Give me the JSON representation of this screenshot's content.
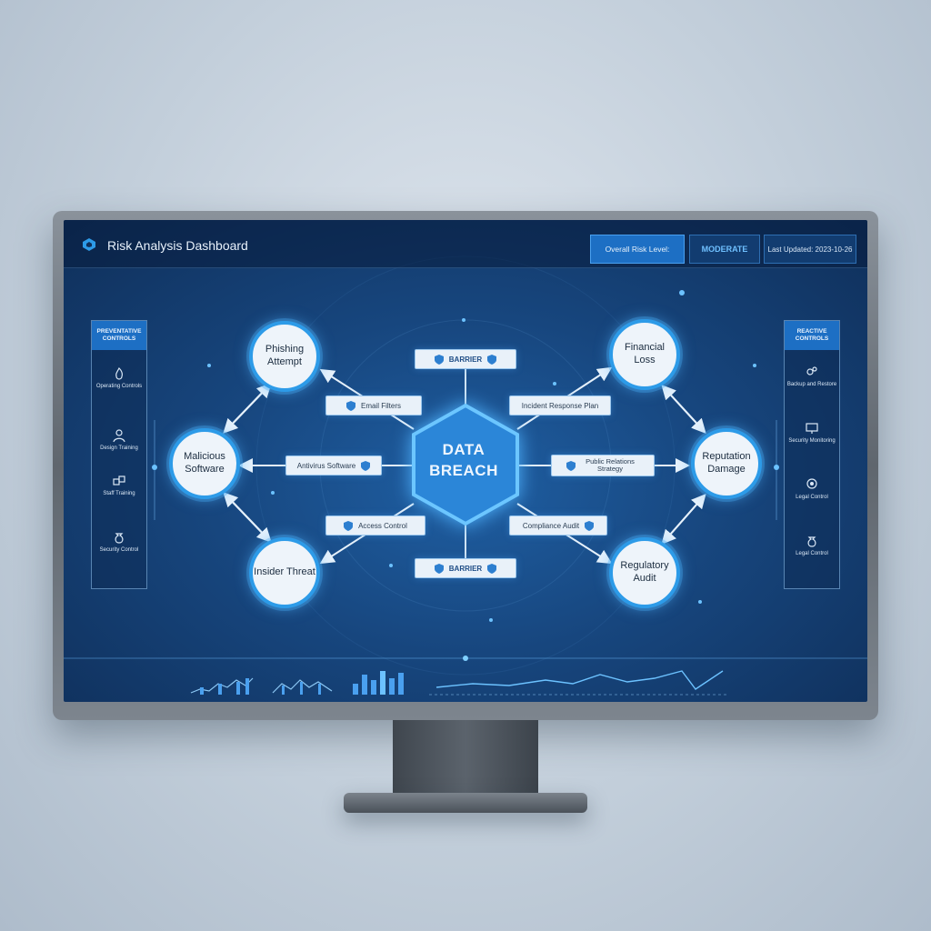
{
  "header": {
    "title": "Risk Analysis Dashboard",
    "risk_level_label": "Overall Risk Level:",
    "risk_level_value": "MODERATE",
    "last_updated": "Last Updated: 2023-10-26"
  },
  "left_panel": {
    "heading": "PREVENTATIVE CONTROLS",
    "items": [
      {
        "label": "Operating Controls",
        "icon": "fire-icon"
      },
      {
        "label": "Design Training",
        "icon": "user-icon"
      },
      {
        "label": "Staff Training",
        "icon": "cubes-icon"
      },
      {
        "label": "Security Control",
        "icon": "money-bag-icon"
      }
    ]
  },
  "right_panel": {
    "heading": "REACTIVE CONTROLS",
    "items": [
      {
        "label": "Backup and Restore",
        "icon": "gears-icon"
      },
      {
        "label": "Security Monitoring",
        "icon": "monitor-icon"
      },
      {
        "label": "Legal Control",
        "icon": "location-icon"
      },
      {
        "label": "Legal Control",
        "icon": "money-bag-icon"
      }
    ]
  },
  "diagram": {
    "hub": "DATA BREACH",
    "causes": [
      "Phishing Attempt",
      "Malicious Software",
      "Insider Threat"
    ],
    "consequences": [
      "Financial Loss",
      "Reputation Damage",
      "Regulatory Audit"
    ],
    "barrier_top": "BARRIER",
    "barrier_bottom": "BARRIER",
    "controls": {
      "email_filters": "Email Filters",
      "antivirus": "Antivirus Software",
      "access_control": "Access Control",
      "incident_response": "Incident Response Plan",
      "public_relations": "Public Relations Strategy",
      "compliance_audit": "Compliance Audit"
    }
  },
  "colors": {
    "accent": "#2d9be8",
    "panel_header": "#1d6fc4",
    "screen_bg": "#17467e",
    "risk_value": "#6fc0ff"
  }
}
